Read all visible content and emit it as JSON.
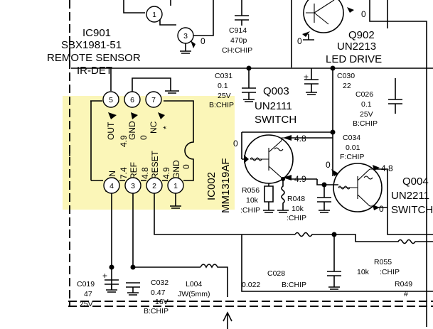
{
  "ic901": {
    "ref": "IC901",
    "part": "SBX1981-51",
    "desc1": "REMOTE SENSOR",
    "desc2": "IR-DET",
    "pins": [
      "5",
      "6",
      "7"
    ],
    "pin_names": [
      "OUT",
      "GND",
      "NC"
    ],
    "pin_volts": [
      "4.9",
      "0",
      "*"
    ]
  },
  "ic002": {
    "ref": "IC002",
    "part": "MM1319AF",
    "pins": [
      "4",
      "3",
      "2",
      "1"
    ],
    "pin_names": [
      "IN",
      "REF",
      "RESET",
      "GND"
    ],
    "pin_volts": [
      "7.4",
      "4.8",
      "4.9",
      "0"
    ]
  },
  "top_pins": [
    "1",
    "3"
  ],
  "top_pin_volt": "0",
  "c914": {
    "ref": "C914",
    "value": "470p",
    "type": "CH:CHIP"
  },
  "q902": {
    "ref": "Q902",
    "part": "UN2213",
    "desc": "LED DRIVE",
    "volt_e": "0",
    "volt_b": "0"
  },
  "c031": {
    "ref": "C031",
    "value": "0.1",
    "voltage": "25V",
    "type": "B:CHIP"
  },
  "q003": {
    "ref": "Q003",
    "part": "UN2111",
    "desc": "SWITCH",
    "volt_b": "0",
    "volt_c": "4.8",
    "volt_e": "4.9"
  },
  "c030": {
    "ref": "C030",
    "value": "22",
    "polarity": "+"
  },
  "c026": {
    "ref": "C026",
    "value": "0.1",
    "voltage": "25V",
    "type": "B:CHIP"
  },
  "c034": {
    "ref": "C034",
    "value": "0.01",
    "type": "F:CHIP"
  },
  "q004": {
    "ref": "Q004",
    "part": "UN2211",
    "desc": "SWITCH",
    "volt_b": "0",
    "volt_c": "4.8",
    "volt_e": "0"
  },
  "r056": {
    "ref": "R056",
    "value": "10k",
    "type": ":CHIP"
  },
  "r048": {
    "ref": "R048",
    "value": "10k",
    "type": ":CHIP"
  },
  "c028": {
    "ref": "C028",
    "value": "0.022",
    "type": "B:CHIP"
  },
  "r055": {
    "ref": "R055",
    "value": "10k",
    "type": ":CHIP"
  },
  "r049": {
    "ref": "R049",
    "value": "#"
  },
  "c019": {
    "ref": "C019",
    "value": "47",
    "voltage": "25V",
    "polarity": "+"
  },
  "c032": {
    "ref": "C032",
    "value": "0.47",
    "voltage": "16V",
    "type": "B:CHIP"
  },
  "l004": {
    "ref": "L004",
    "value": "JW(5mm)"
  }
}
